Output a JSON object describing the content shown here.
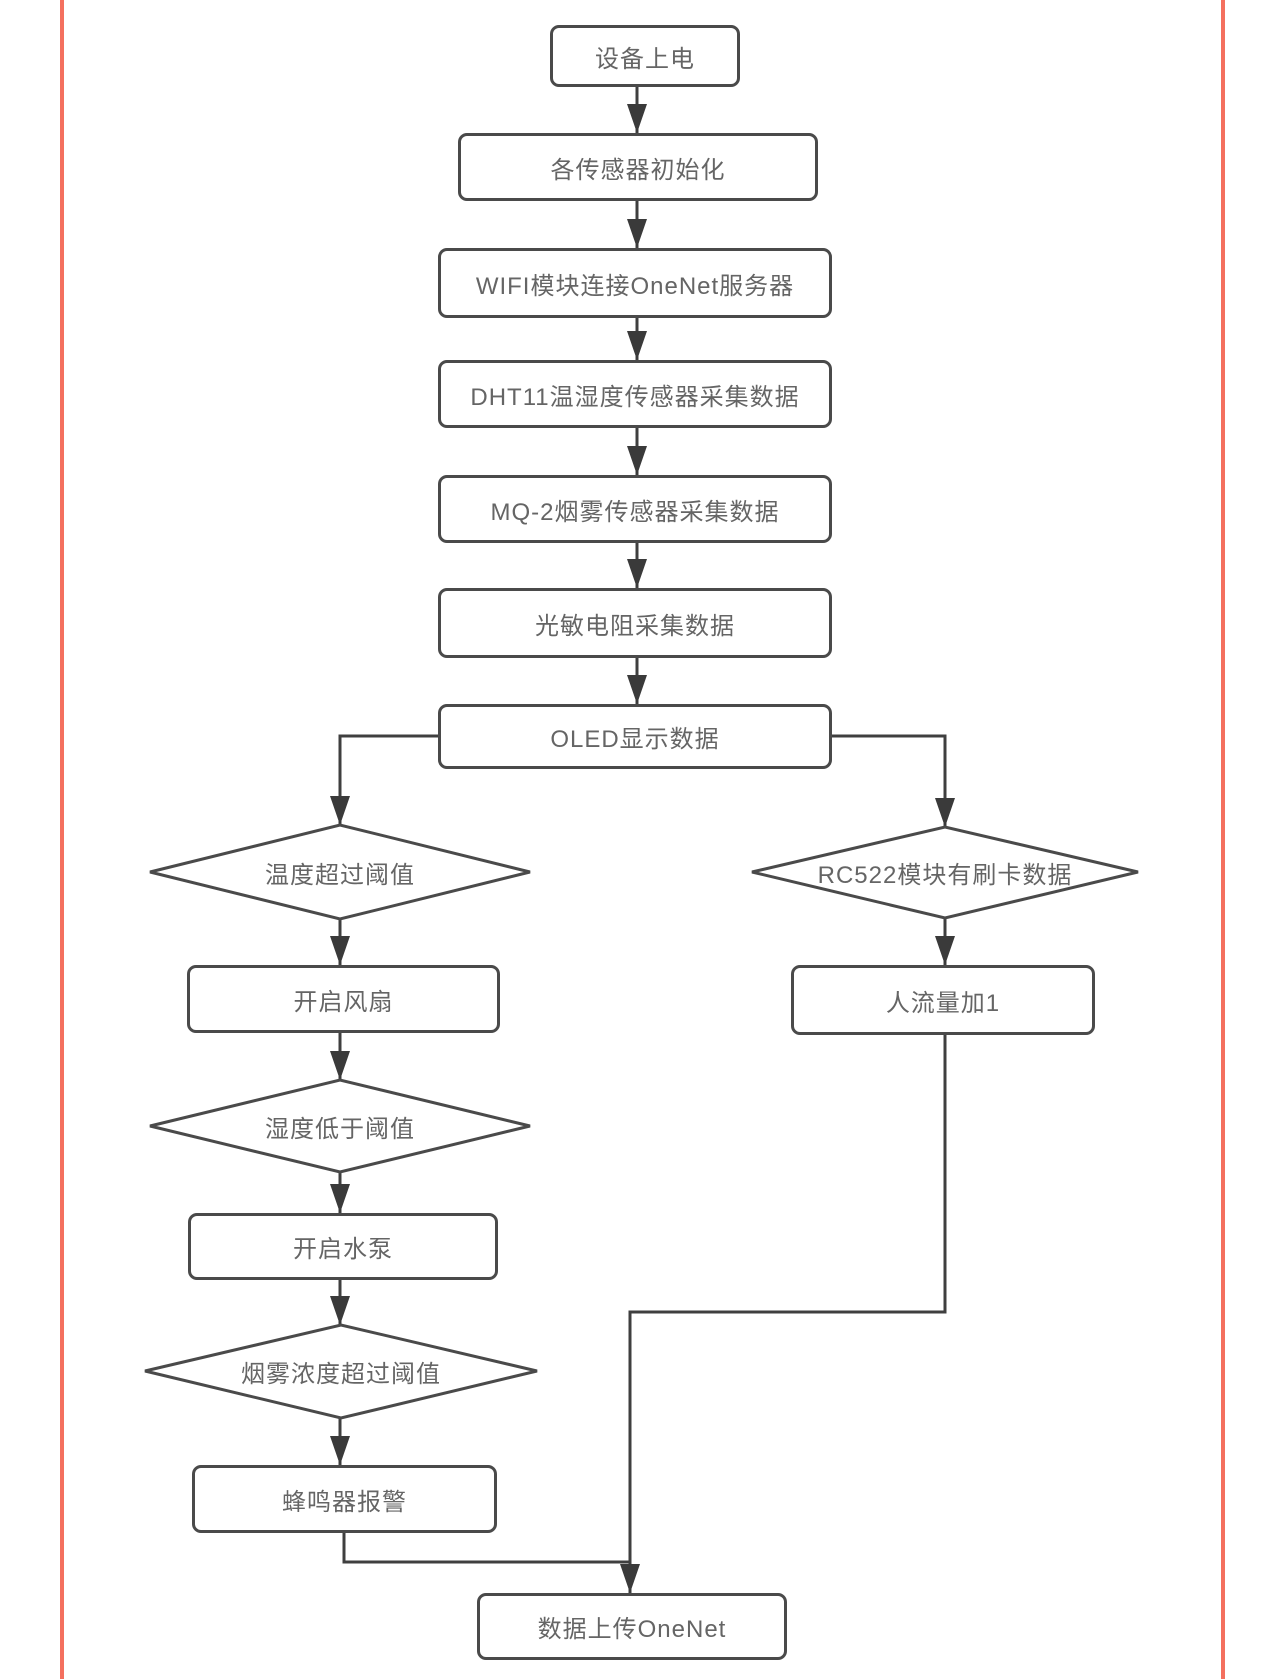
{
  "page": {
    "background_color": "#ffffff",
    "accent_border_color": "#f4705f",
    "shape_stroke_color": "#4a4a4a",
    "connector_color": "#3f3f3f",
    "text_color": "#656565"
  },
  "flowchart": {
    "nodes": {
      "power_on": {
        "type": "process",
        "label": "设备上电"
      },
      "sensor_init": {
        "type": "process",
        "label": "各传感器初始化"
      },
      "wifi_connect": {
        "type": "process",
        "label": "WIFI模块连接OneNet服务器"
      },
      "dht11_collect": {
        "type": "process",
        "label": "DHT11温湿度传感器采集数据"
      },
      "mq2_collect": {
        "type": "process",
        "label": "MQ-2烟雾传感器采集数据"
      },
      "ldr_collect": {
        "type": "process",
        "label": "光敏电阻采集数据"
      },
      "oled_display": {
        "type": "process",
        "label": "OLED显示数据"
      },
      "temp_check": {
        "type": "decision",
        "label": "温度超过阈值"
      },
      "fan_on": {
        "type": "process",
        "label": "开启风扇"
      },
      "humidity_check": {
        "type": "decision",
        "label": "湿度低于阈值"
      },
      "pump_on": {
        "type": "process",
        "label": "开启水泵"
      },
      "smoke_check": {
        "type": "decision",
        "label": "烟雾浓度超过阈值"
      },
      "buzzer_alarm": {
        "type": "process",
        "label": "蜂鸣器报警"
      },
      "rc522_check": {
        "type": "decision",
        "label": "RC522模块有刷卡数据"
      },
      "visitor_increment": {
        "type": "process",
        "label": "人流量加1"
      },
      "upload_onenet": {
        "type": "process",
        "label": "数据上传OneNet"
      }
    },
    "edges": [
      "power_on→sensor_init",
      "sensor_init→wifi_connect",
      "wifi_connect→dht11_collect",
      "dht11_collect→mq2_collect",
      "mq2_collect→ldr_collect",
      "ldr_collect→oled_display",
      "oled_display→temp_check",
      "oled_display→rc522_check",
      "temp_check→fan_on",
      "fan_on→humidity_check",
      "humidity_check→pump_on",
      "pump_on→smoke_check",
      "smoke_check→buzzer_alarm",
      "buzzer_alarm→upload_onenet",
      "rc522_check→visitor_increment",
      "visitor_increment→upload_onenet"
    ]
  }
}
